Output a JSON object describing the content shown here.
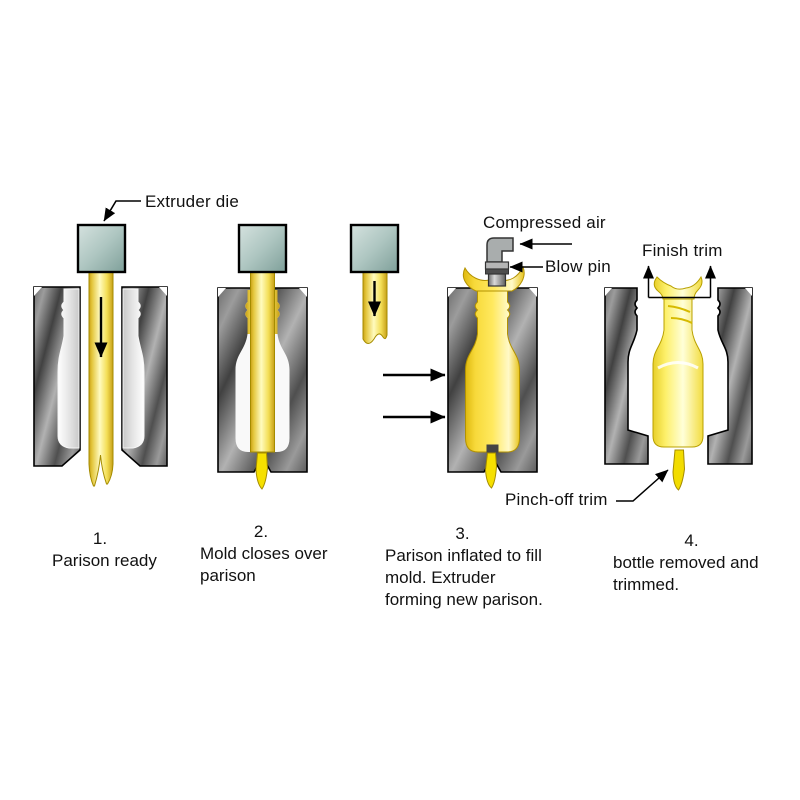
{
  "diagram": {
    "annotations": {
      "extruder_die": "Extruder die",
      "compressed_air": "Compressed air",
      "blow_pin": "Blow pin",
      "finish_trim": "Finish trim",
      "pinch_off_trim": "Pinch-off trim"
    },
    "steps": [
      {
        "number": "1.",
        "lines": [
          "Parison ready"
        ]
      },
      {
        "number": "2.",
        "lines": [
          "Mold closes over",
          "parison"
        ]
      },
      {
        "number": "3.",
        "lines": [
          "Parison inflated to fill",
          "mold. Extruder",
          "forming new parison."
        ]
      },
      {
        "number": "4.",
        "lines": [
          "bottle removed and",
          "trimmed."
        ]
      }
    ],
    "palette": {
      "background": "#ffffff",
      "line_black": "#000000",
      "mold_dark": "#414141",
      "mold_light": "#b2b2b2",
      "cavity_light": "#e8e8e8",
      "die_teal_light": "#cddcd9",
      "die_teal_dark": "#7f9f99",
      "parison_gold": "#e3c53a",
      "parison_highlight": "#fffbbe",
      "bottle_yellow": "#ffe95e",
      "bottle_pale": "#ffffd8",
      "yellow_outline": "#a58c00"
    }
  }
}
